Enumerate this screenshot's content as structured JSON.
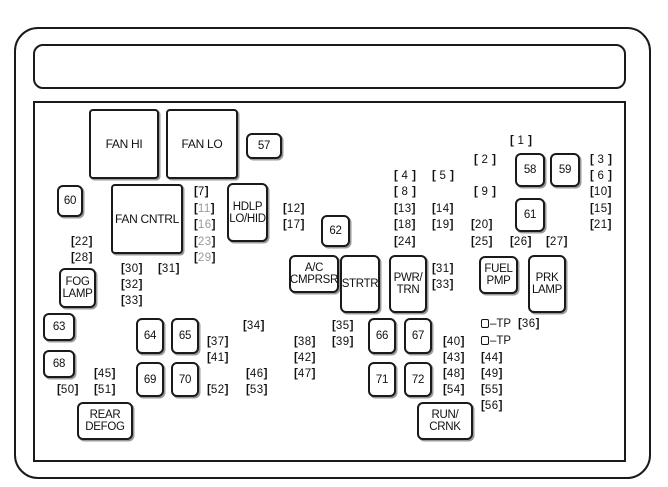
{
  "boxes": {
    "fan_hi": "FAN HI",
    "fan_lo": "FAN LO",
    "r57": "57",
    "r60": "60",
    "fan_cntrl": "FAN CNTRL",
    "hdlp_lo_hid": "HDLP\nLO/HID",
    "r62": "62",
    "r58": "58",
    "r59": "59",
    "r61": "61",
    "fog_lamp": "FOG\nLAMP",
    "ac_cmprsr": "A/C\nCMPRSR",
    "strtr": "STRTR",
    "pwr_trn": "PWR/\nTRN",
    "fuel_pmp": "FUEL\nPMP",
    "prk_lamp": "PRK\nLAMP",
    "r63": "63",
    "r64": "64",
    "r65": "65",
    "r66": "66",
    "r67": "67",
    "r68": "68",
    "r69": "69",
    "r70": "70",
    "r71": "71",
    "r72": "72",
    "rear_defog": "REAR\nDEFOG",
    "run_crnk": "RUN/\nCRNK"
  },
  "fuses": {
    "f1": "1",
    "f2": "2",
    "f3": "3",
    "f4": "4",
    "f5": "5",
    "f6": "6",
    "f7": "7",
    "f8": "8",
    "f9": "9",
    "f10": "10",
    "f11": "11",
    "f12": "12",
    "f13": "13",
    "f14": "14",
    "f15": "15",
    "f16": "16",
    "f17": "17",
    "f18": "18",
    "f19": "19",
    "f20": "20",
    "f21": "21",
    "f22": "22",
    "f23": "23",
    "f24": "24",
    "f25": "25",
    "f26": "26",
    "f27": "27",
    "f28": "28",
    "f29": "29",
    "f30": "30",
    "f31a": "31",
    "f31b": "31",
    "f32": "32",
    "f33a": "33",
    "f33b": "33",
    "f34": "34",
    "f35": "35",
    "f36": "36",
    "f37": "37",
    "f38": "38",
    "f39": "39",
    "f40": "40",
    "f41": "41",
    "f42": "42",
    "f43": "43",
    "f44": "44",
    "f45": "45",
    "f46": "46",
    "f47": "47",
    "f48": "48",
    "f49": "49",
    "f50": "50",
    "f51": "51",
    "f52": "52",
    "f53": "53",
    "f54": "54",
    "f55": "55",
    "f56": "56"
  },
  "test_points": {
    "tp1": "TP",
    "tp2": "TP"
  }
}
